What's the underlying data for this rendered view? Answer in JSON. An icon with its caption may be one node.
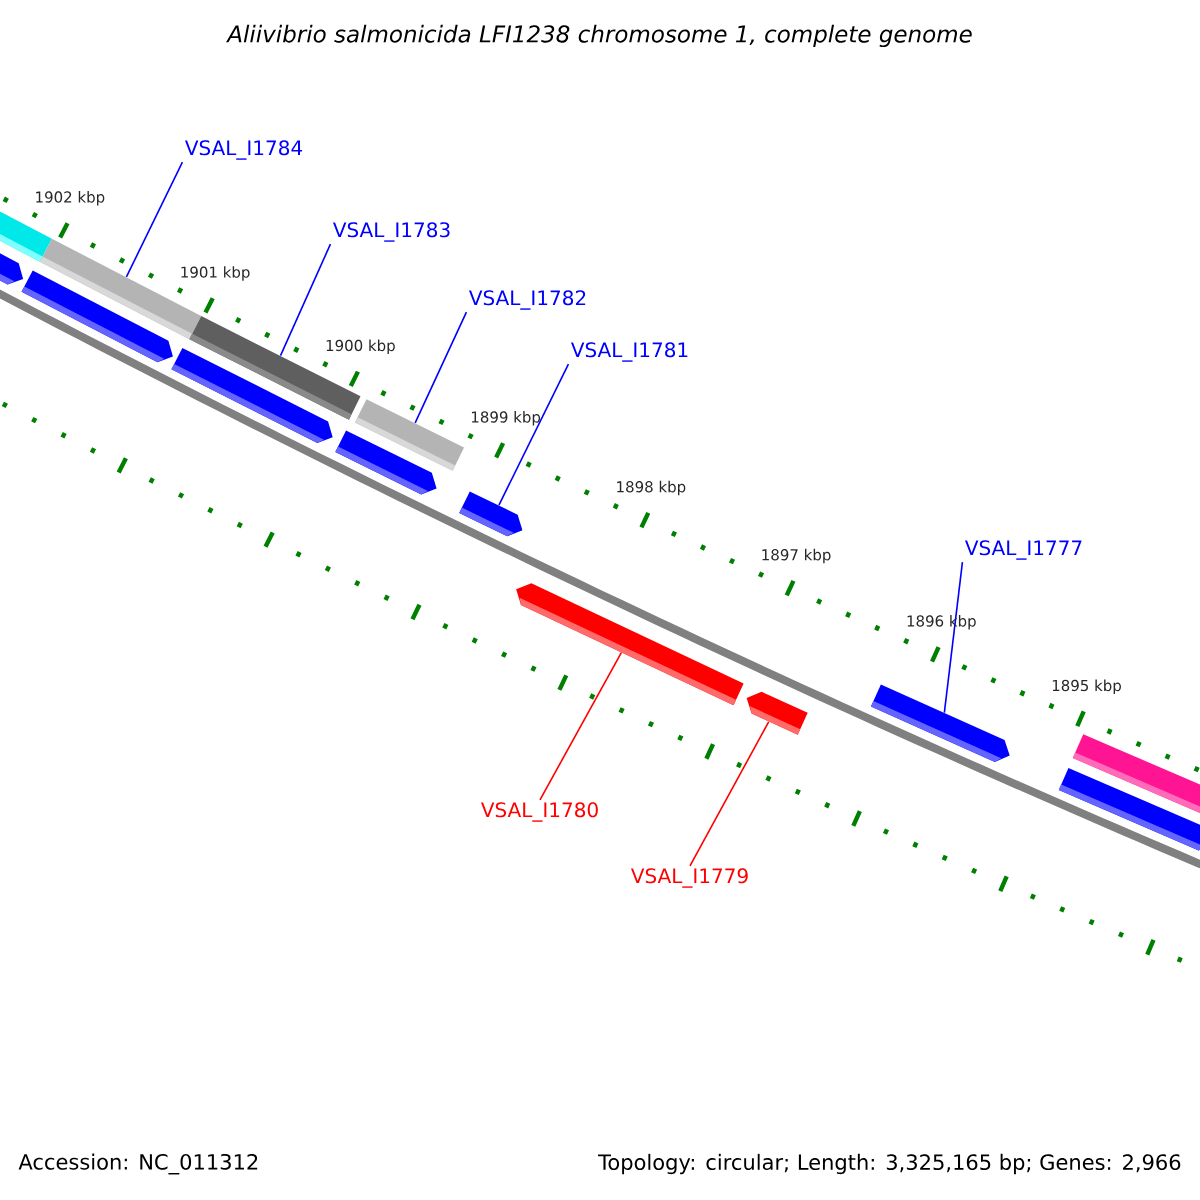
{
  "diagram": {
    "title": "Aliivibrio salmonicida LFI1238 chromosome 1, complete genome",
    "nodes": [
      {
        "text": [
          "VSAL_I1784"
        ]
      },
      {
        "text": [
          "VSAL_I1783"
        ]
      },
      {
        "text": [
          "VSAL_I1782"
        ]
      },
      {
        "text": [
          "VSAL_I1781"
        ]
      },
      {
        "text": [
          "VSAL_I1777"
        ]
      },
      {
        "text": [
          "VSAL_I1780"
        ]
      },
      {
        "text": [
          "VSAL_I1779"
        ]
      },
      {
        "text": [],
        "shape": "bar"
      },
      {
        "text": [],
        "shape": "arrow"
      },
      {
        "text": [],
        "shape": "bar"
      },
      {
        "text": [],
        "shape": "arrow"
      },
      {
        "text": [],
        "shape": "bar"
      },
      {
        "text": [],
        "shape": "arrow"
      },
      {
        "text": [],
        "shape": "bar"
      },
      {
        "text": [],
        "shape": "arrow"
      },
      {
        "text": [],
        "shape": "arrow"
      },
      {
        "text": [],
        "shape": "arrow"
      },
      {
        "text": [],
        "shape": "arrow"
      },
      {
        "text": [],
        "shape": "arrow"
      },
      {
        "text": [],
        "shape": "bar"
      },
      {
        "text": [],
        "shape": "arrow"
      }
    ],
    "edges": [
      {
        "from": 0,
        "to": 9,
        "arrow": "none"
      },
      {
        "from": 1,
        "to": 11,
        "arrow": "none"
      },
      {
        "from": 2,
        "to": 13,
        "arrow": "none"
      },
      {
        "from": 3,
        "to": 15,
        "arrow": "none"
      },
      {
        "from": 4,
        "to": 18,
        "arrow": "none"
      },
      {
        "from": 5,
        "to": 16,
        "arrow": "none",
        "color": "#ff0000"
      },
      {
        "from": 6,
        "to": 17,
        "arrow": "none",
        "color": "#ff0000"
      }
    ],
    "labels": [
      "1902 kbp",
      "1901 kbp",
      "1900 kbp",
      "1899 kbp",
      "1898 kbp",
      "1897 kbp",
      "1896 kbp",
      "1895 kbp",
      "Accession: NC_011312",
      "Topology: circular; Length: 3,325,165 bp; Genes: 2,966"
    ]
  }
}
